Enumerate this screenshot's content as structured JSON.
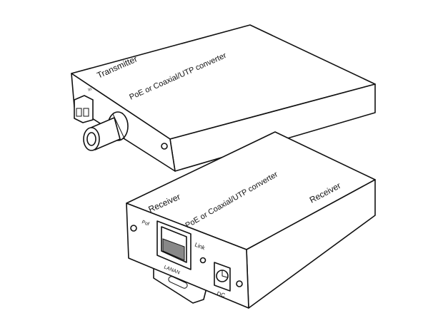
{
  "transmitter": {
    "name_label": "Transmitter",
    "model_label": "PoE or Coaxial/UTP converter",
    "port_label": "In"
  },
  "receiver": {
    "name_label_front": "Receiver",
    "model_label": "PoE or Coaxial/UTP converter",
    "name_label_side": "Receiver",
    "pof_label": "Pof",
    "lan_label": "LANAN",
    "link_label": "Link",
    "dc_label": "DC"
  }
}
